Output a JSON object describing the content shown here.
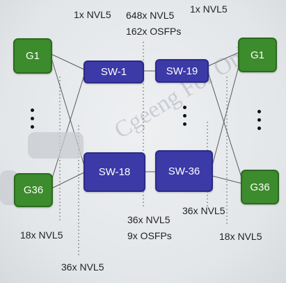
{
  "watermark": "Cgeeng For Only",
  "nodes": {
    "g1_left": "G1",
    "g36_left": "G36",
    "g1_right": "G1",
    "g36_right": "G36",
    "sw1": "SW-1",
    "sw19": "SW-19",
    "sw18": "SW-18",
    "sw36": "SW-36"
  },
  "labels": {
    "top_left_link": "1x NVL5",
    "top_center_line1": "648x NVL5",
    "top_center_line2": "162x OSFPs",
    "top_right_link": "1x NVL5",
    "bottom_left": "18x NVL5",
    "bottom_center_line1": "36x NVL5",
    "bottom_center_line2": "9x OSFPs",
    "bottom_mid_right": "36x NVL5",
    "bottom_right": "18x NVL5",
    "bottom_far": "36x NVL5"
  },
  "colors": {
    "gpu_fill": "#3c8b2c",
    "switch_fill": "#3b3aa6",
    "link_line": "#555555"
  }
}
